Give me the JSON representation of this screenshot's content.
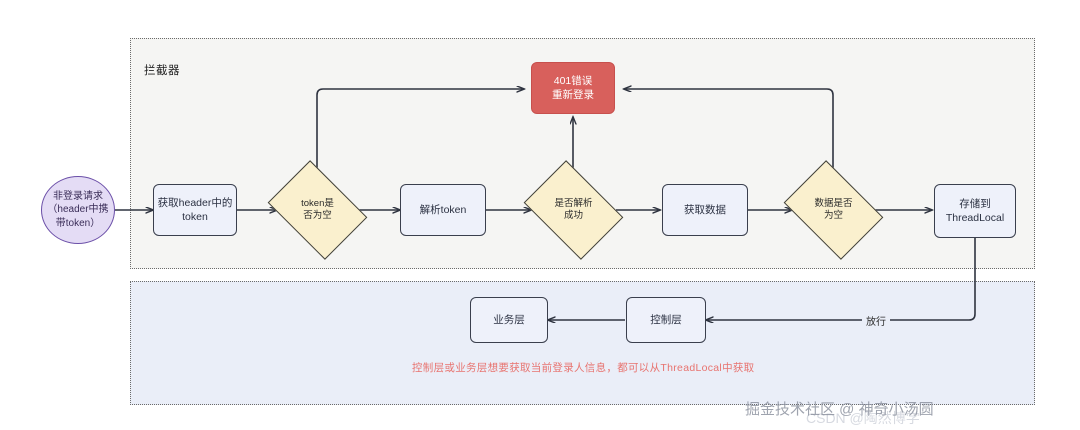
{
  "diagram": {
    "type": "flowchart",
    "title": "",
    "containers": [
      {
        "id": "interceptor",
        "label": "拦截器",
        "fill": "#f5f5f3",
        "border": "#6b6b6b"
      },
      {
        "id": "service",
        "label": "",
        "fill": "#eaeef8",
        "border": "#6b6b6b"
      }
    ],
    "nodes": {
      "start": {
        "label": "非登录请求\n（header中携\n带token）",
        "shape": "ellipse",
        "fill": "#e4dcf5",
        "stroke": "#6b4fa8"
      },
      "get_header_token": {
        "label": "获取header中的\ntoken",
        "shape": "rect",
        "fill": "#eef1fa",
        "stroke": "#3a3f4d"
      },
      "token_empty": {
        "label": "token是\n否为空",
        "shape": "diamond",
        "fill": "#faf0ce",
        "stroke": "#40403a"
      },
      "parse_token": {
        "label": "解析token",
        "shape": "rect",
        "fill": "#eef1fa",
        "stroke": "#3a3f4d"
      },
      "parse_ok": {
        "label": "是否解析\n成功",
        "shape": "diamond",
        "fill": "#faf0ce",
        "stroke": "#40403a"
      },
      "get_data": {
        "label": "获取数据",
        "shape": "rect",
        "fill": "#eef1fa",
        "stroke": "#3a3f4d"
      },
      "data_empty": {
        "label": "数据是否\n为空",
        "shape": "diamond",
        "fill": "#faf0ce",
        "stroke": "#40403a"
      },
      "store_threadlocal": {
        "label": "存储到\nThreadLocal",
        "shape": "rect",
        "fill": "#eef1fa",
        "stroke": "#3a3f4d"
      },
      "error_401": {
        "label": "401错误\n重新登录",
        "shape": "rect",
        "fill": "#d8605c",
        "stroke": "#c7504d"
      },
      "controller_layer": {
        "label": "控制层",
        "shape": "rect",
        "fill": "#eef1fa",
        "stroke": "#3a3f4d"
      },
      "business_layer": {
        "label": "业务层",
        "shape": "rect",
        "fill": "#eef1fa",
        "stroke": "#3a3f4d"
      }
    },
    "edge_labels": {
      "pass_through": "放行"
    },
    "notes": {
      "threadlocal_note": "控制层或业务层想要获取当前登录人信息，都可以从ThreadLocal中获取",
      "threadlocal_note_color": "#e8736f"
    },
    "watermark": {
      "main": "掘金技术社区 @ 神奇小汤圆",
      "sub": "CSDN @陶然博学"
    }
  }
}
